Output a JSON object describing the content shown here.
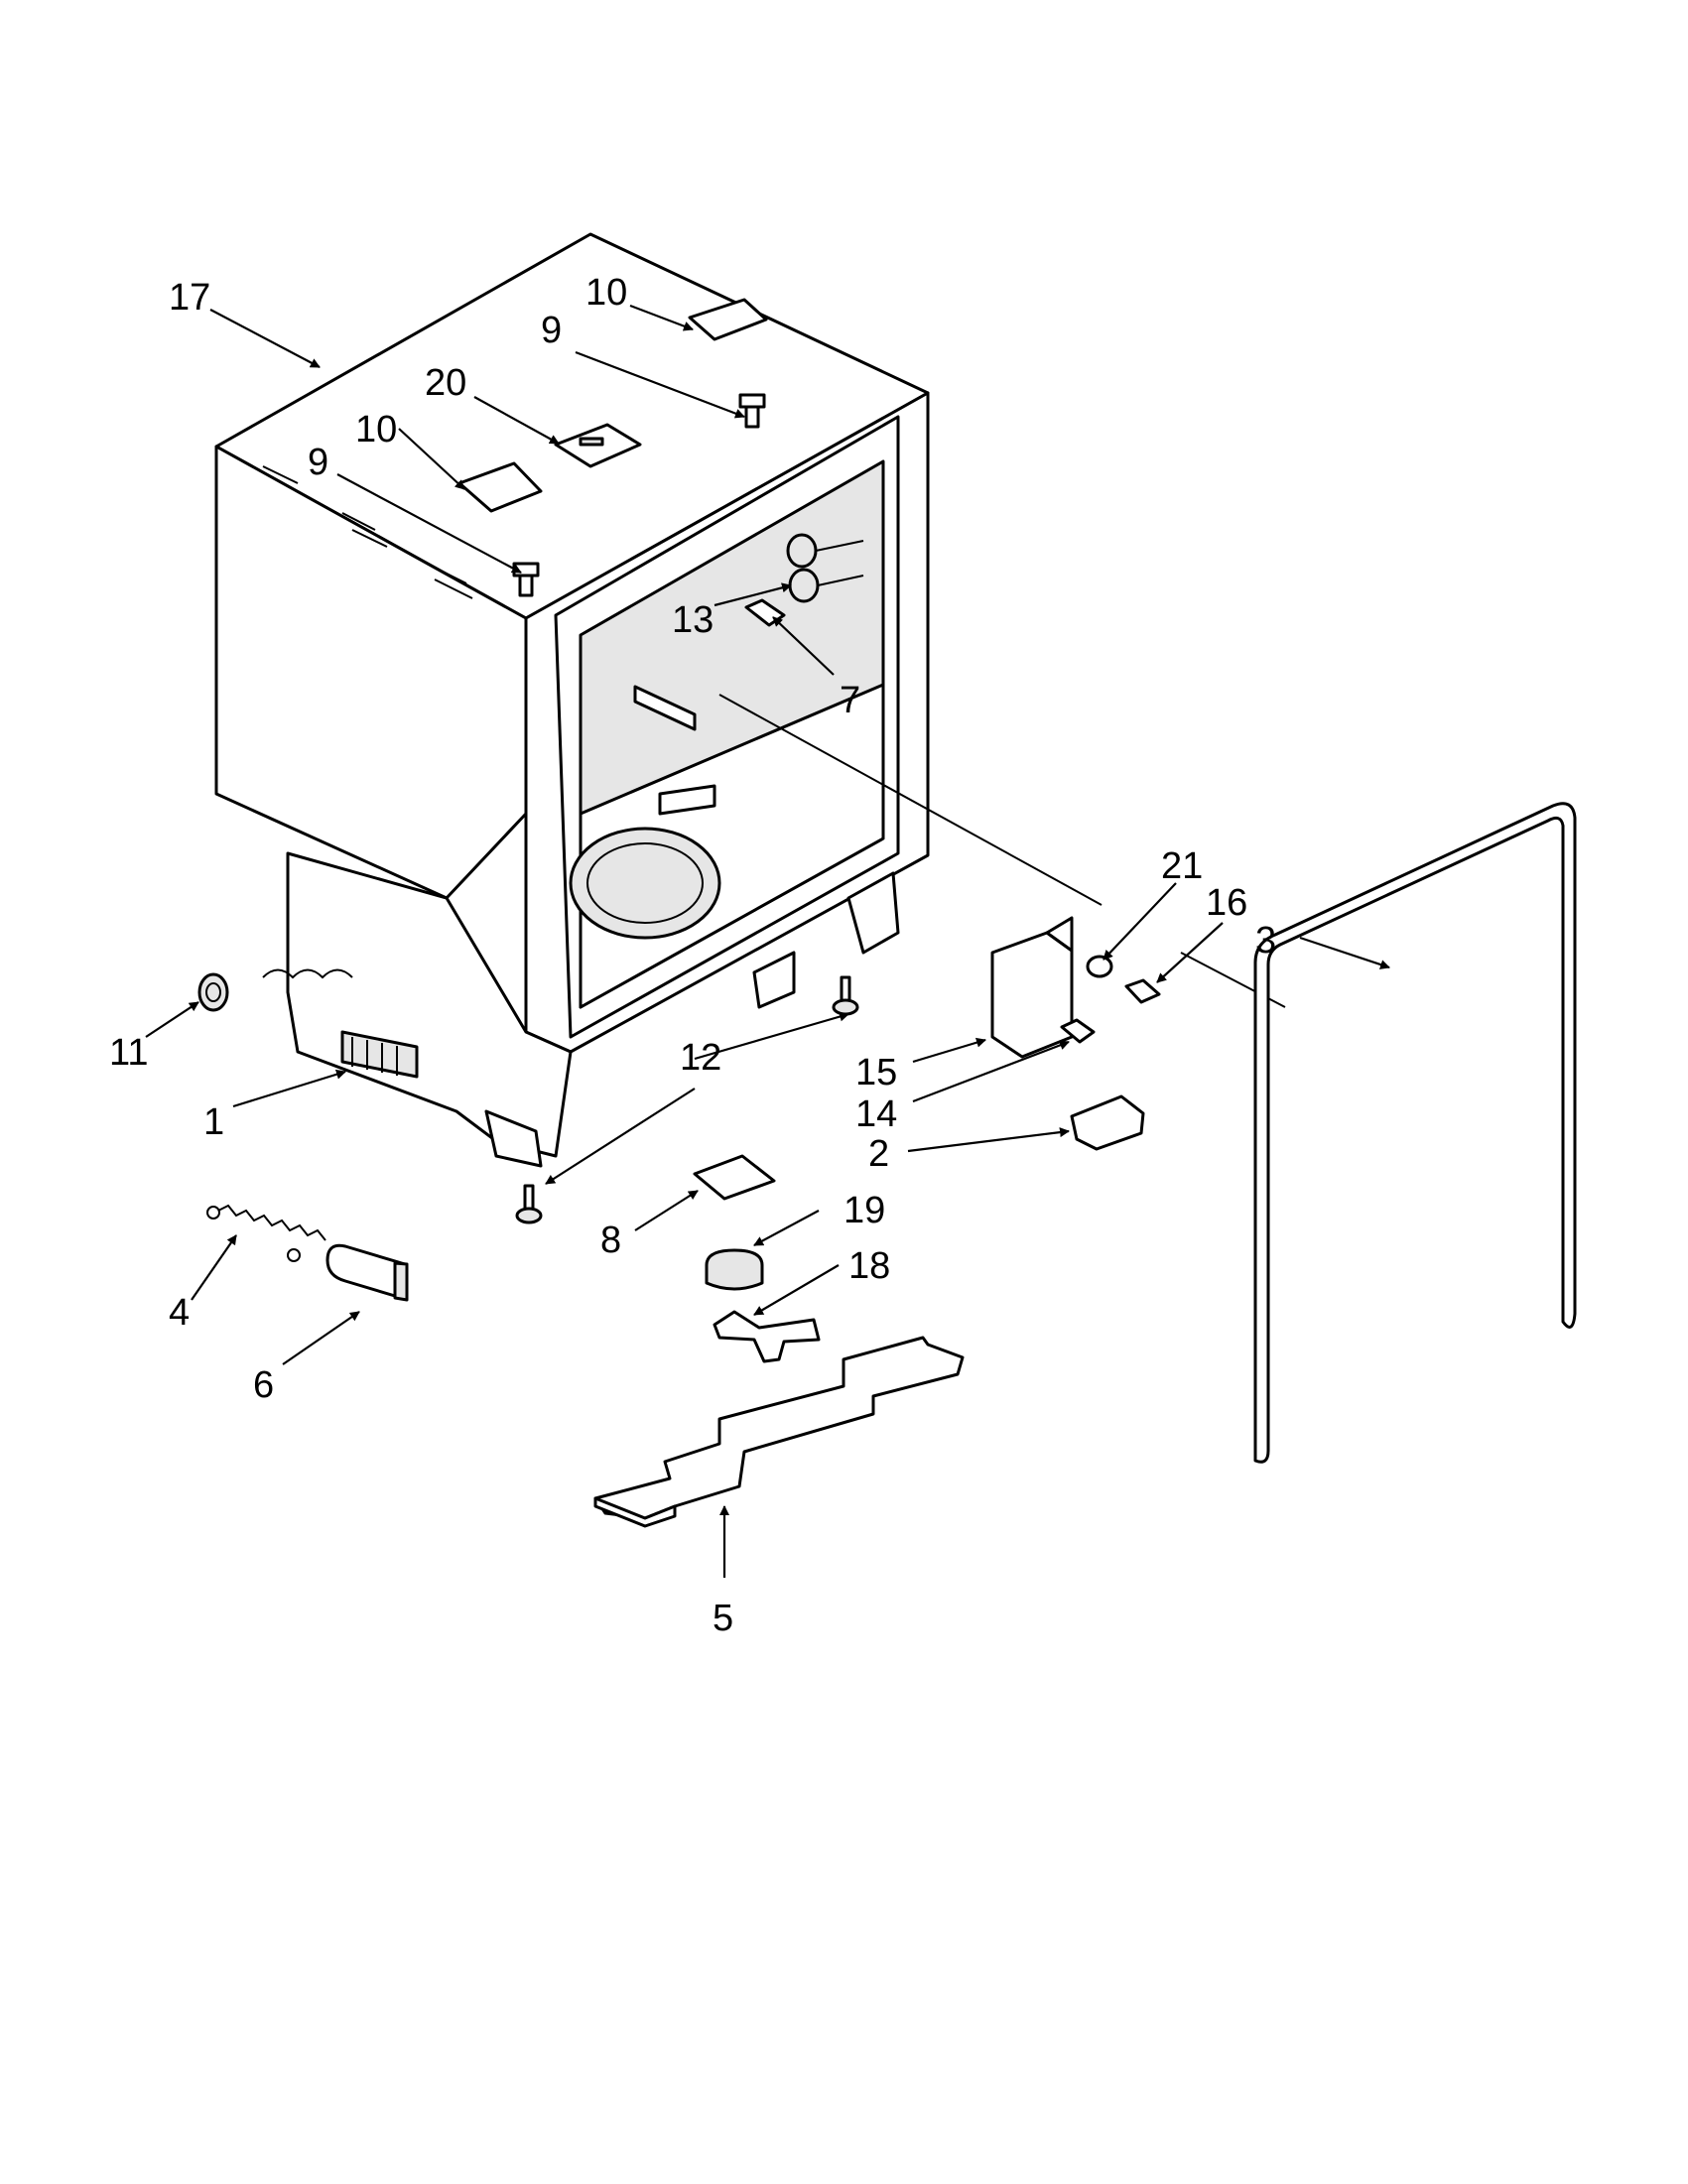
{
  "diagram": {
    "callouts": [
      "1",
      "2",
      "3",
      "4",
      "5",
      "6",
      "7",
      "8",
      "9",
      "9",
      "10",
      "10",
      "11",
      "12",
      "12",
      "13",
      "14",
      "15",
      "16",
      "17",
      "18",
      "19",
      "20",
      "21"
    ]
  }
}
